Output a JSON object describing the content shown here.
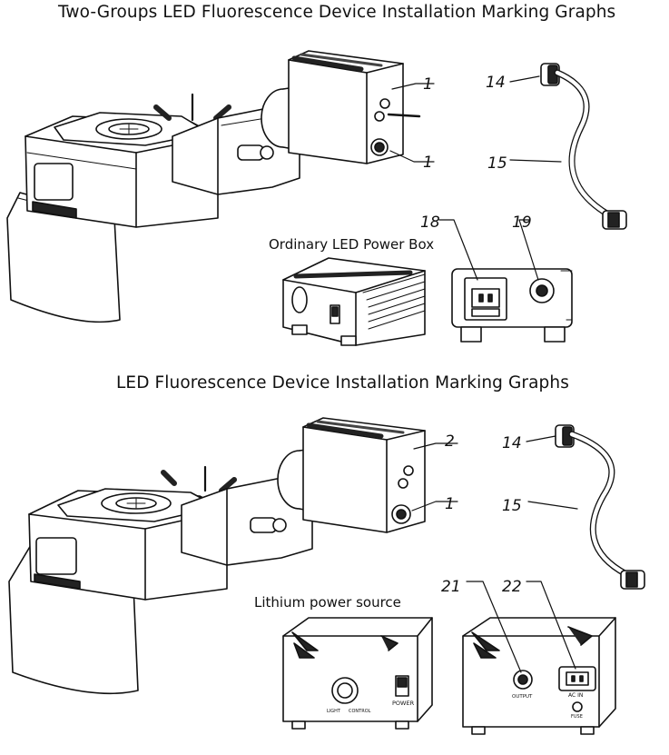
{
  "titles": {
    "top": "Two-Groups LED Fluorescence Device Installation Marking Graphs",
    "bottom": "LED Fluorescence Device Installation Marking Graphs"
  },
  "labels": {
    "ordinary_box": "Ordinary LED Power Box",
    "lithium_source": "Lithium power source"
  },
  "callouts": {
    "top_1a": "1",
    "top_1b": "1",
    "top_14": "14",
    "top_15": "15",
    "top_18": "18",
    "top_19": "19",
    "bot_2": "2",
    "bot_1": "1",
    "bot_14": "14",
    "bot_15": "15",
    "bot_21": "21",
    "bot_22": "22"
  },
  "panel_text": {
    "power": "POWER",
    "light": "LIGHT",
    "control": "CONTROL",
    "output": "OUTPUT",
    "ac_in": "AC IN",
    "fuse": "FUSE"
  }
}
